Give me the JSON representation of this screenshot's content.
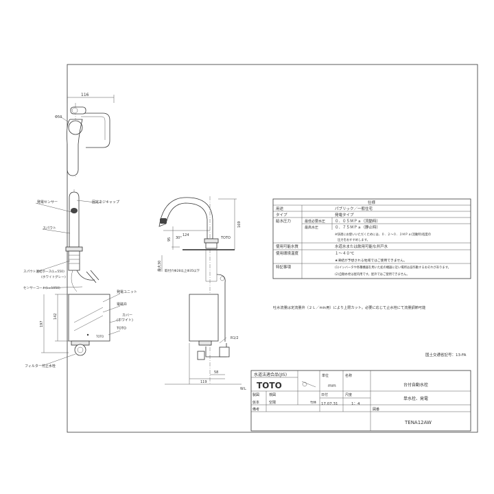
{
  "top_view": {
    "width_dim": "116",
    "diameter": "Φ50"
  },
  "front_view": {
    "labels": {
      "sensor": "発電センサー",
      "cap": "固定ネジキャップ",
      "spout": "スパウト",
      "hose": "スパウト連結ホース(L=550)",
      "hose_color": "(ホワイトグレー)",
      "sensor_cord": "センサーコード(L=1050)",
      "gen_unit": "発電ユニット",
      "valve": "電磁弁",
      "cover": "カバー",
      "cover_color": "(ホワイト)",
      "logo": "TOTO",
      "filter": "フィルター付止水栓"
    },
    "dims": {
      "d142": "142",
      "d197": "197"
    }
  },
  "side_view": {
    "dims": {
      "height": "169",
      "reach": "124",
      "angle": "30°",
      "d95": "95",
      "d30": "最大30",
      "dia": "R1/2",
      "d58": "58",
      "d119": "119"
    },
    "labels": {
      "toto": "TOTO",
      "hole": "取付穴Φ28以上Φ35以下",
      "wl": "W.L"
    }
  },
  "spec_table": {
    "title": "仕様",
    "rows": [
      {
        "k": "用途",
        "v": "パブリック／一般住宅"
      },
      {
        "k": "タイプ",
        "v": "発電タイプ"
      },
      {
        "k": "給水圧力",
        "sub": "最低必要水圧",
        "v": "０．０５ＭＰａ（流動時）"
      },
      {
        "k": "",
        "sub": "最高水圧",
        "v": "０．７５ＭＰａ（静止時）"
      },
      {
        "k": "",
        "sub": "",
        "v": "※快適にお使いいただくためには、０．２～０．３ＭＰａ(流動時)程度の",
        "v2": "圧力をおすすめします。"
      },
      {
        "k": "使用可能水質",
        "v": "水道水または飲用可能な井戸水"
      },
      {
        "k": "使用環境温度",
        "v": "１～４０℃"
      },
      {
        "k": "",
        "v": "★凍結が予想される地域ではご使用できません。"
      },
      {
        "k": "特記事項",
        "v": "(1)インバータや各種機器を用いた処の機器に近い場所は誤作動するおそれがあります。"
      },
      {
        "k": "",
        "v": "(2)自動水栓は屋内用です。屋外ではご使用できません。"
      }
    ]
  },
  "flow_note": "吐水流量は定流量弁（２Ｌ／min用）により上限カット。必要に応じて止水栓にて流量調節可能",
  "approval": "国土交通省記号：13-FA",
  "title_block": {
    "jis": "水道法適合品(JIS)",
    "brand": "TOTO",
    "unit_label": "単位",
    "unit": "mm",
    "name_label": "名称",
    "name": "台付自動水栓",
    "sub_name": "単水栓、発電",
    "drawn_label": "製図",
    "check_label": "検図",
    "date_label": "日付",
    "date": "17.07.31",
    "scale_label": "尺度",
    "scale": "1：4",
    "drawing_label": "図番",
    "drawing_no": "TENA12AW",
    "remarks_label": "備考",
    "drawn_name": "仮本",
    "check_name": "空隈",
    "check_name2": "竹林"
  }
}
